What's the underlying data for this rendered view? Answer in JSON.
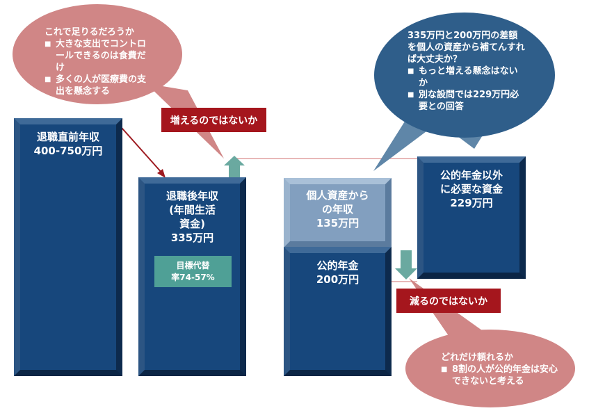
{
  "bars": {
    "pre_retirement": {
      "title": "退職直前年収",
      "value": "400-750万円"
    },
    "post_retirement": {
      "title": "退職後年収",
      "subtitle": "(年間生活",
      "subtitle2": "資金)",
      "value": "335万円"
    },
    "replacement_rate": {
      "line1": "目標代替",
      "line2": "率74-57%"
    },
    "personal_assets": {
      "line1": "個人資産から",
      "line2": "の年収",
      "value": "135万円"
    },
    "public_pension": {
      "title": "公的年金",
      "value": "200万円"
    },
    "other_needed": {
      "line1": "公的年金以外",
      "line2": "に必要な資金",
      "value": "229万円"
    }
  },
  "tags": {
    "increase": "増えるのではないか",
    "decrease": "減るのではないか"
  },
  "bubbles": {
    "enough": {
      "heading": "これで足りるだろうか",
      "items": [
        "大きな支出でコントロールできるのは食費だけ",
        "多くの人が医療費の支出を懸念する"
      ]
    },
    "gap": {
      "heading": "335万円と200万円の差額を個人の資産から補てんすれば大丈夫か？",
      "items": [
        "もっと増える懸念はないか",
        "別な設問では229万円必要との回答"
      ]
    },
    "reliance": {
      "heading": "どれだけ頼れるか",
      "items": [
        "8割の人が公的年金は安心できないと考える"
      ]
    }
  },
  "colors": {
    "navy": "#17477c",
    "light_blue": "#829fbf",
    "red_tag": "#a5161d",
    "pink_bubble": "#d08686",
    "blue_bubble": "#2f5e8a",
    "teal": "#4fa096"
  }
}
